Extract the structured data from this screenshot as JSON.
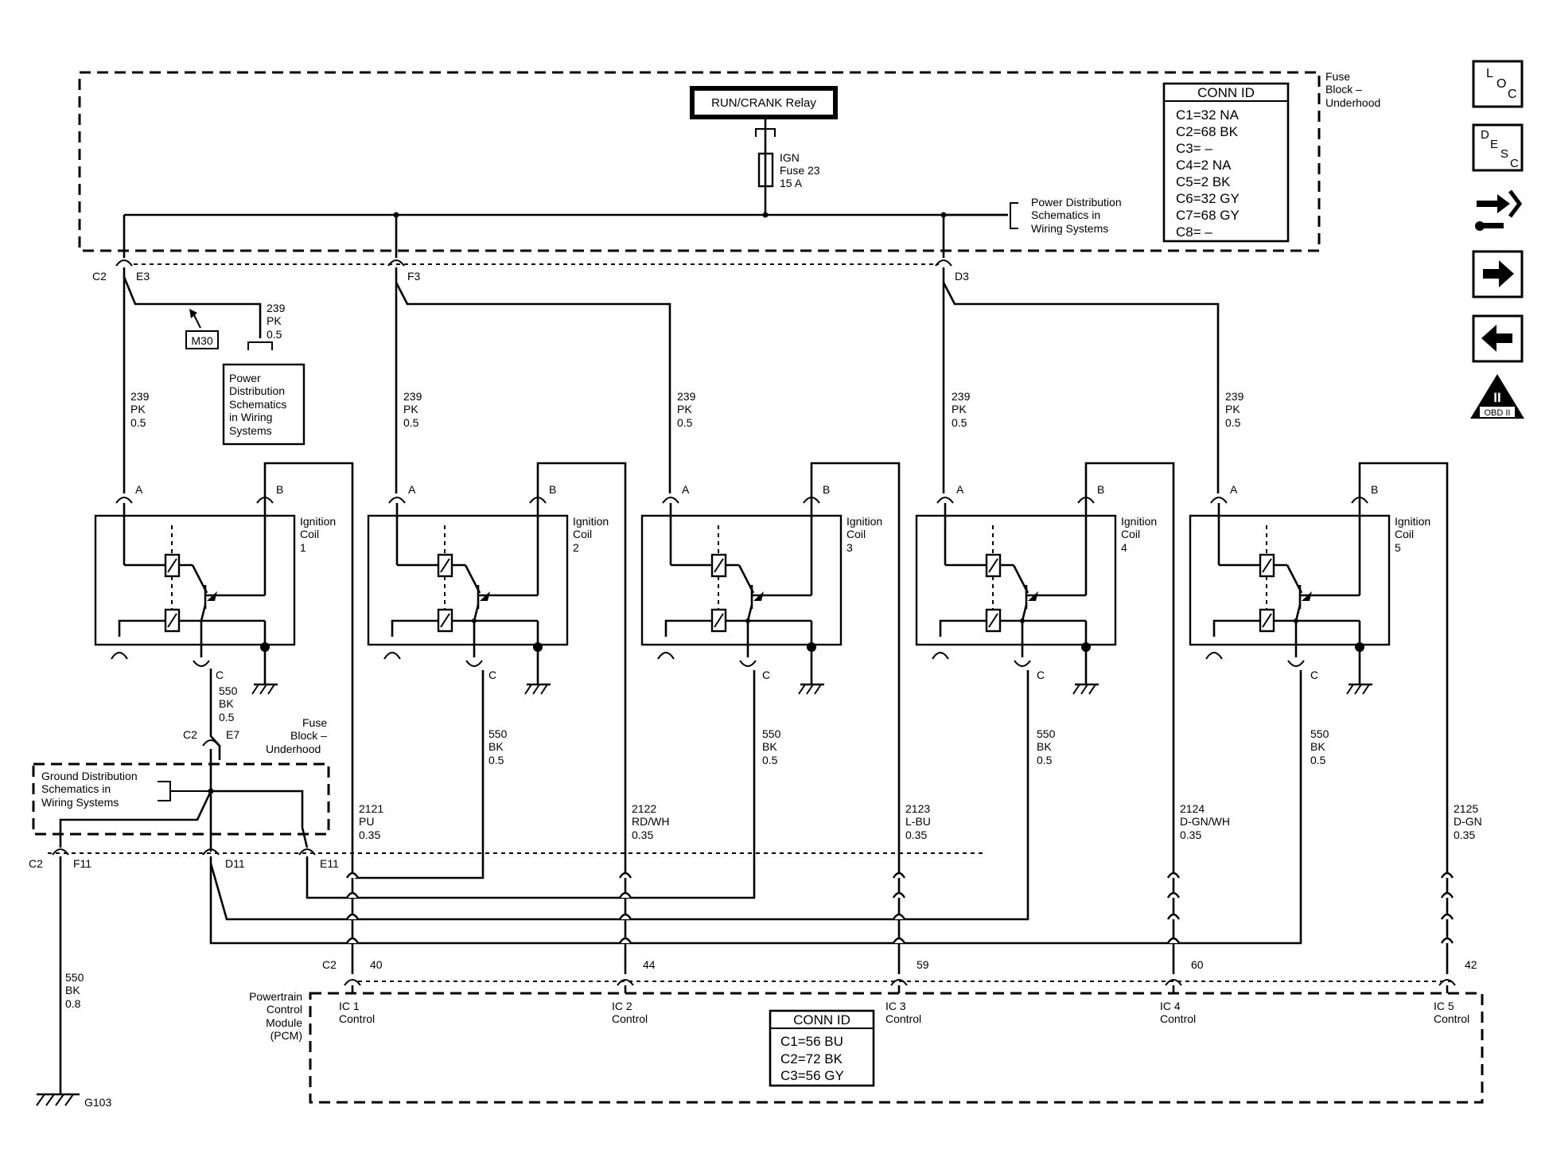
{
  "fuse_block": {
    "title": "Fuse Block – Underhood",
    "relay_label": "RUN/CRANK Relay",
    "fuse_lines": [
      "IGN",
      "Fuse 23",
      "15 A"
    ],
    "power_dist_lines": [
      "Power Distribution",
      "Schematics in",
      "Wiring Systems"
    ],
    "conn_id": {
      "title": "CONN ID",
      "rows": [
        "C1=32 NA",
        "C2=68 BK",
        "C3= –",
        "C4=2 NA",
        "C5=2 BK",
        "C6=32 GY",
        "C7=68 GY",
        "C8= –"
      ]
    }
  },
  "side_icons": {
    "loc": "LOC",
    "desc": "DESC",
    "obd": "OBD II"
  },
  "upper_connectors": [
    {
      "conn": "C2",
      "pin": "E3"
    },
    {
      "pin": "F3"
    },
    {
      "pin": "D3"
    }
  ],
  "m30_label": "M30",
  "spur_wire": [
    "239",
    "PK",
    "0.5"
  ],
  "power_dist_box_lines": [
    "Power",
    "Distribution",
    "Schematics",
    "in Wiring",
    "Systems"
  ],
  "coils": [
    {
      "name": [
        "Ignition",
        "Coil",
        "1"
      ],
      "feed_wire": [
        "239",
        "PK",
        "0.5"
      ],
      "pins": [
        "A",
        "B",
        "C"
      ]
    },
    {
      "name": [
        "Ignition",
        "Coil",
        "2"
      ],
      "feed_wire": [
        "239",
        "PK",
        "0.5"
      ],
      "pins": [
        "A",
        "B",
        "C"
      ]
    },
    {
      "name": [
        "Ignition",
        "Coil",
        "3"
      ],
      "feed_wire": [
        "239",
        "PK",
        "0.5"
      ],
      "pins": [
        "A",
        "B",
        "C"
      ]
    },
    {
      "name": [
        "Ignition",
        "Coil",
        "4"
      ],
      "feed_wire": [
        "239",
        "PK",
        "0.5"
      ],
      "pins": [
        "A",
        "B",
        "C"
      ]
    },
    {
      "name": [
        "Ignition",
        "Coil",
        "5"
      ],
      "feed_wire": [
        "239",
        "PK",
        "0.5"
      ],
      "pins": [
        "A",
        "B",
        "C"
      ]
    }
  ],
  "ground_wires": [
    [
      "550",
      "BK",
      "0.5"
    ],
    [
      "550",
      "BK",
      "0.5"
    ],
    [
      "550",
      "BK",
      "0.5"
    ],
    [
      "550",
      "BK",
      "0.5"
    ],
    [
      "550",
      "BK",
      "0.5"
    ]
  ],
  "control_wires": [
    [
      "2121",
      "PU",
      "0.35"
    ],
    [
      "2122",
      "RD/WH",
      "0.35"
    ],
    [
      "2123",
      "L-BU",
      "0.35"
    ],
    [
      "2124",
      "D-GN/WH",
      "0.35"
    ],
    [
      "2125",
      "D-GN",
      "0.35"
    ]
  ],
  "lower_fuse_block": {
    "title_lines": [
      "Fuse",
      "Block –",
      "Underhood"
    ],
    "e7": {
      "conn": "C2",
      "pin": "E7"
    },
    "ground_dist_lines": [
      "Ground Distribution",
      "Schematics in",
      "Wiring Systems"
    ],
    "f11": {
      "conn": "C2",
      "pin": "F11"
    },
    "d11": "D11",
    "e11": "E11"
  },
  "ground_wire_main": [
    "550",
    "BK",
    "0.8"
  ],
  "ground_point": "G103",
  "pcm": {
    "title_lines": [
      "Powertrain",
      "Control",
      "Module",
      "(PCM)"
    ],
    "conn": "C2",
    "pins": [
      "40",
      "44",
      "59",
      "60",
      "42"
    ],
    "controls": [
      [
        "IC 1",
        "Control"
      ],
      [
        "IC 2",
        "Control"
      ],
      [
        "IC 3",
        "Control"
      ],
      [
        "IC 4",
        "Control"
      ],
      [
        "IC 5",
        "Control"
      ]
    ],
    "conn_id": {
      "title": "CONN ID",
      "rows": [
        "C1=56 BU",
        "C2=72 BK",
        "C3=56 GY"
      ]
    }
  }
}
